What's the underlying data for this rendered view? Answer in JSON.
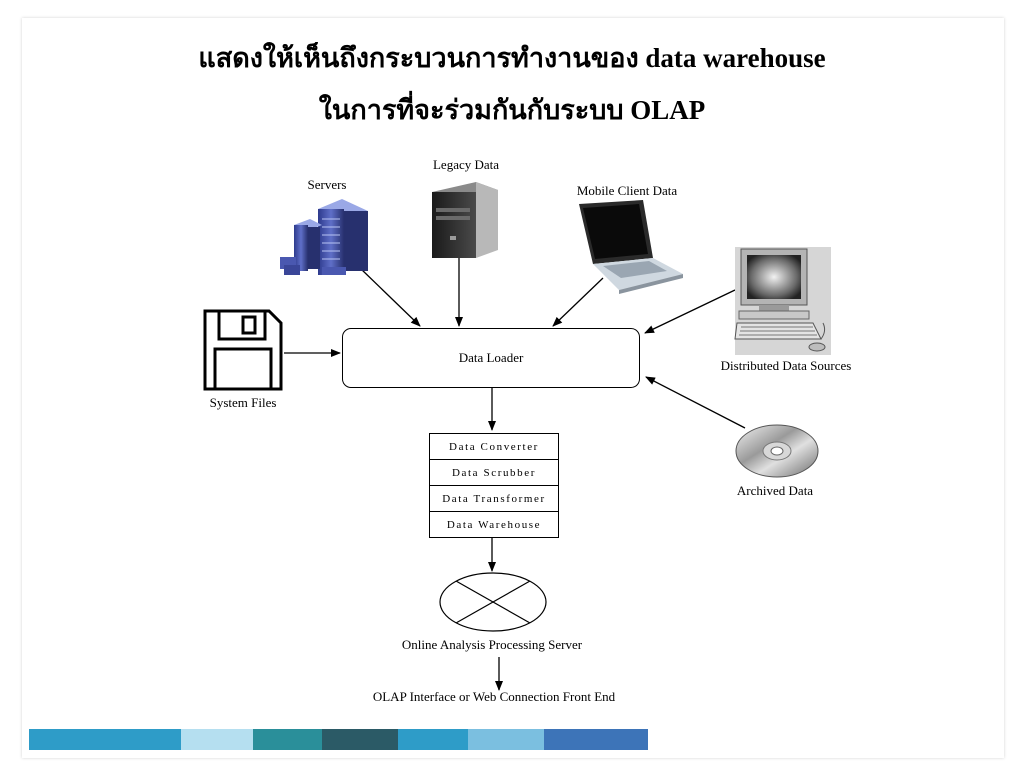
{
  "title": {
    "line1": "แสดงให้เห็นถึงกระบวนการทำงานของ data warehouse",
    "line2": "ในการที่จะร่วมกันกับระบบ OLAP"
  },
  "sources": {
    "servers": "Servers",
    "legacy": "Legacy Data",
    "mobile": "Mobile Client Data",
    "system_files": "System Files",
    "distributed": "Distributed Data Sources",
    "archived": "Archived Data"
  },
  "loader": {
    "label": "Data Loader"
  },
  "processing": {
    "rows": [
      "Data Converter",
      "Data Scrubber",
      "Data Transformer",
      "Data Warehouse"
    ]
  },
  "olap_server": {
    "label": "Online Analysis Processing Server"
  },
  "front_end": {
    "label": "OLAP Interface or Web Connection Front End"
  },
  "footer_colors": [
    "#2e9cc8",
    "#b5dff0",
    "#2a8f9a",
    "#2b5a66",
    "#2e9cc8",
    "#7bbfe0",
    "#3d74b8"
  ]
}
